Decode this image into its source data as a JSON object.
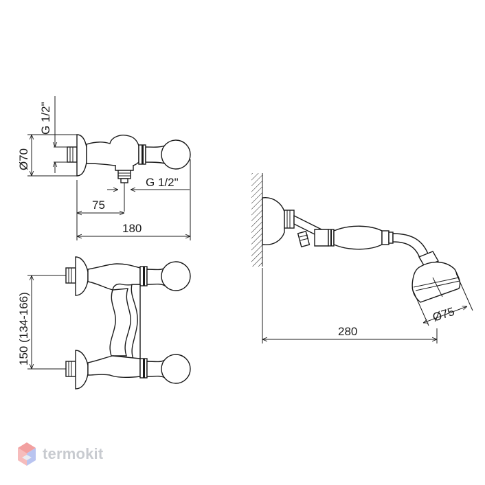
{
  "dimensions": {
    "thread_top": "G 1/2\"",
    "diameter_body": "Ø70",
    "thread_outlet": "G 1/2\"",
    "outlet_offset": "75",
    "overall_length": "180",
    "center_distance": "150 (134-166)",
    "shower_reach": "280",
    "shower_head_diameter": "Ø75"
  },
  "brand": {
    "name": "termokit",
    "logo_icon": "hexagon-cube-icon",
    "logo_colors": [
      "#f2a0a0",
      "#b9c4f0",
      "#e9ecf2"
    ]
  }
}
